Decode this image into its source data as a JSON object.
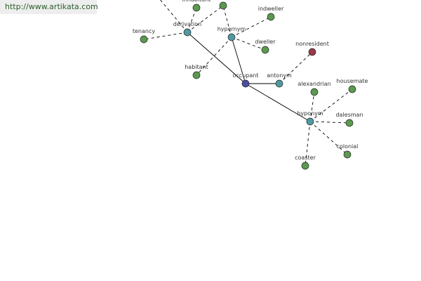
{
  "header": {
    "link_text": "http://www.artikata.com"
  },
  "colors": {
    "word": "#5a9a4e",
    "relation": "#4f9aa2",
    "center": "#4a4fa6",
    "antonym_word": "#9a3a48"
  },
  "graph": {
    "nodes": [
      {
        "id": "occupant",
        "label": "occupant",
        "kind": "center"
      },
      {
        "id": "hypernym",
        "label": "hypernym",
        "kind": "relation"
      },
      {
        "id": "derivation",
        "label": "derivation",
        "kind": "relation"
      },
      {
        "id": "antonym",
        "label": "antonym",
        "kind": "relation"
      },
      {
        "id": "hyponym",
        "label": "hyponym",
        "kind": "relation"
      },
      {
        "id": "inhabitant",
        "label": "inhabitant",
        "kind": "word"
      },
      {
        "id": "tenancy",
        "label": "tenancy",
        "kind": "word"
      },
      {
        "id": "indweller",
        "label": "indweller",
        "kind": "word"
      },
      {
        "id": "dweller",
        "label": "dweller",
        "kind": "word"
      },
      {
        "id": "habitant",
        "label": "habitant",
        "kind": "word"
      },
      {
        "id": "nonresident",
        "label": "nonresident",
        "kind": "antonym_word"
      },
      {
        "id": "alexandrian",
        "label": "alexandrian",
        "kind": "word"
      },
      {
        "id": "housemate",
        "label": "housemate",
        "kind": "word"
      },
      {
        "id": "dalesman",
        "label": "dalesman",
        "kind": "word"
      },
      {
        "id": "colonial",
        "label": "colonial",
        "kind": "word"
      },
      {
        "id": "coaster",
        "label": "coaster",
        "kind": "word"
      },
      {
        "id": "unlabeled-1",
        "label": "",
        "kind": "word"
      },
      {
        "id": "unlabeled-2",
        "label": "",
        "kind": "word"
      }
    ],
    "edges": [
      {
        "from": "occupant",
        "to": "hypernym",
        "style": "solid"
      },
      {
        "from": "occupant",
        "to": "derivation",
        "style": "solid"
      },
      {
        "from": "occupant",
        "to": "antonym",
        "style": "solid"
      },
      {
        "from": "occupant",
        "to": "hyponym",
        "style": "solid"
      },
      {
        "from": "derivation",
        "to": "tenancy",
        "style": "dashed"
      },
      {
        "from": "derivation",
        "to": "inhabitant",
        "style": "dashed"
      },
      {
        "from": "derivation",
        "to": "unlabeled-1",
        "style": "dashed"
      },
      {
        "from": "derivation",
        "to": "unlabeled-2",
        "style": "dashed"
      },
      {
        "from": "hypernym",
        "to": "indweller",
        "style": "dashed"
      },
      {
        "from": "hypernym",
        "to": "dweller",
        "style": "dashed"
      },
      {
        "from": "hypernym",
        "to": "habitant",
        "style": "dashed"
      },
      {
        "from": "hypernym",
        "to": "unlabeled-2",
        "style": "dashed"
      },
      {
        "from": "antonym",
        "to": "nonresident",
        "style": "dashed"
      },
      {
        "from": "hyponym",
        "to": "alexandrian",
        "style": "dashed"
      },
      {
        "from": "hyponym",
        "to": "housemate",
        "style": "dashed"
      },
      {
        "from": "hyponym",
        "to": "dalesman",
        "style": "dashed"
      },
      {
        "from": "hyponym",
        "to": "colonial",
        "style": "dashed"
      },
      {
        "from": "hyponym",
        "to": "coaster",
        "style": "dashed"
      }
    ]
  }
}
